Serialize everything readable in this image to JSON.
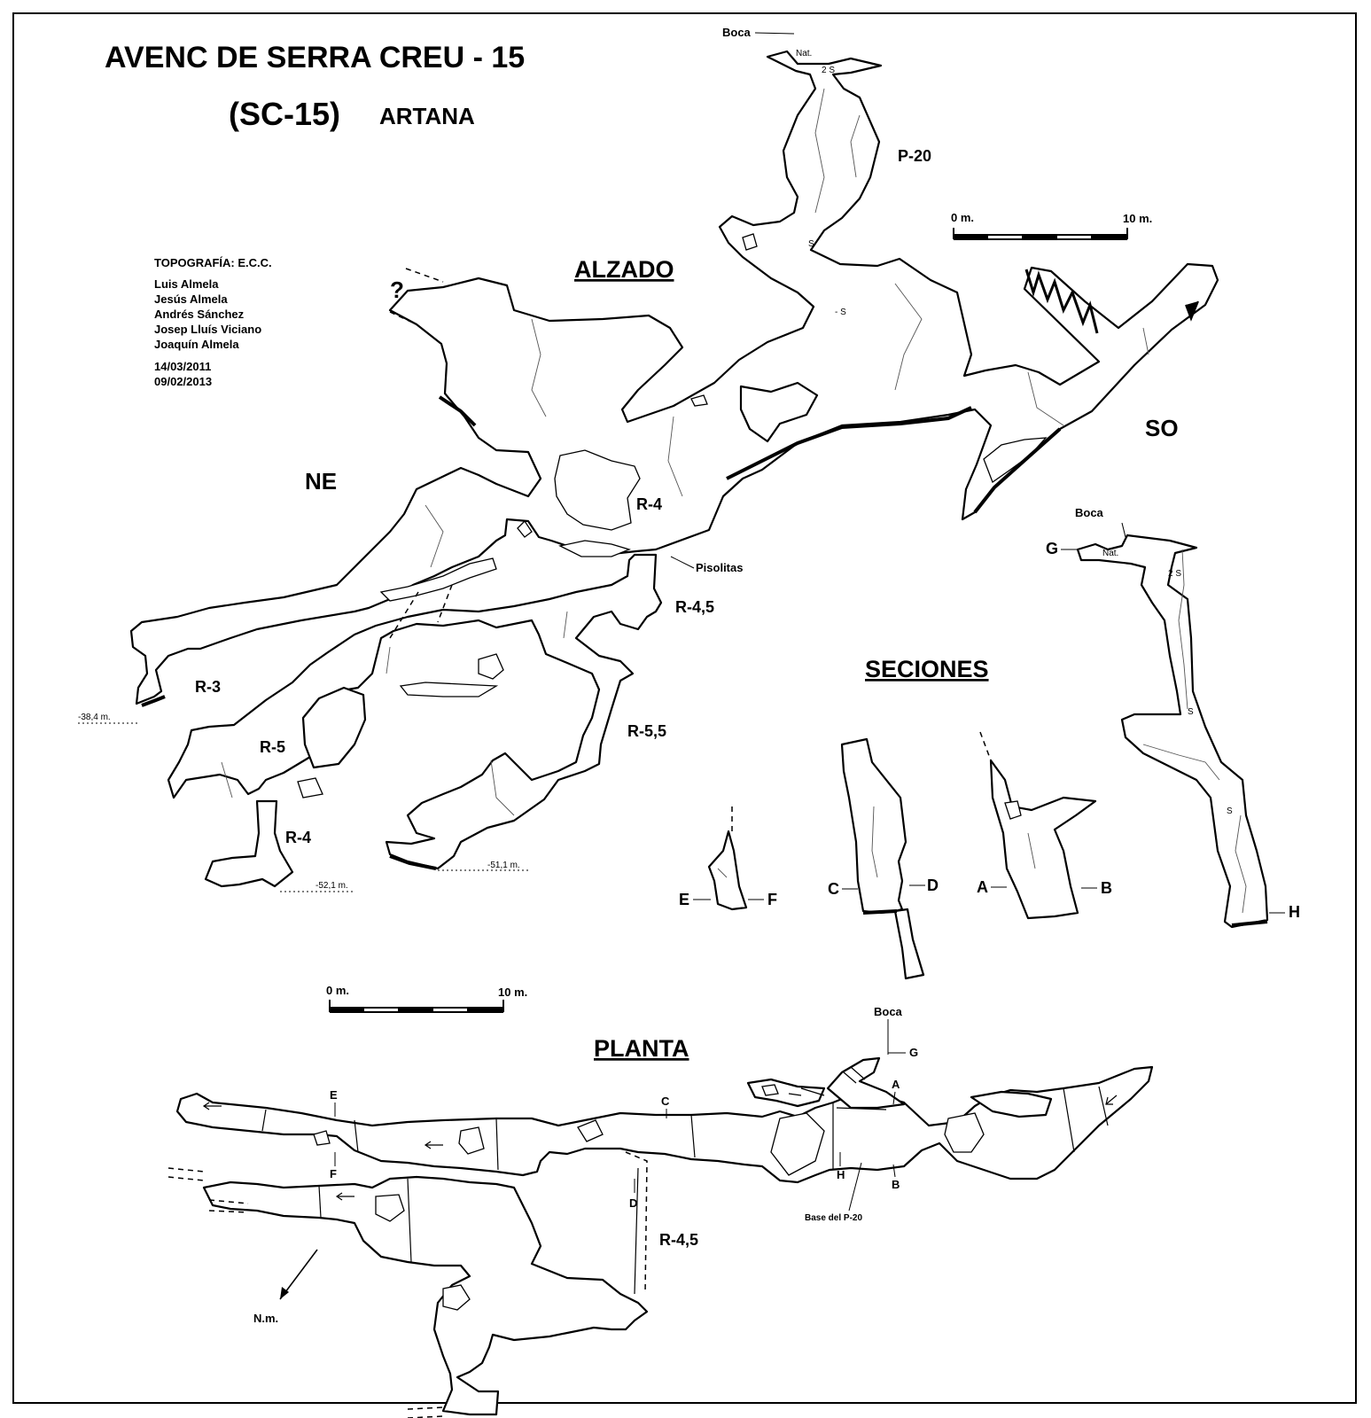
{
  "title": {
    "line1": "AVENC DE SERRA CREU - 15",
    "line2": "(SC-15)",
    "place": "ARTANA"
  },
  "credits": {
    "header": "TOPOGRAFÍA: E.C.C.",
    "names": [
      "Luis Almela",
      "Jesús Almela",
      "Andrés Sánchez",
      "Josep Lluís Viciano",
      "Joaquín Almela"
    ],
    "dates": [
      "14/03/2011",
      "09/02/2013"
    ]
  },
  "sections": {
    "alzado": "ALZADO",
    "seciones": "SECIONES",
    "planta": "PLANTA"
  },
  "directions": {
    "ne": "NE",
    "so": "SO"
  },
  "question_mark": "?",
  "scale_bars": {
    "upper": {
      "start": "0 m.",
      "end": "10 m."
    },
    "lower": {
      "start": "0 m.",
      "end": "10 m."
    }
  },
  "alzado_labels": {
    "boca": "Boca",
    "nat": "Nat.",
    "two_s": "2 S",
    "p20": "P-20",
    "s1": "S",
    "s2": "- S",
    "r4_top": "R-4",
    "pisolitas": "Pisolitas",
    "r45": "R-4,5",
    "r3": "R-3",
    "depth_r3": "-38,4 m.",
    "r5": "R-5",
    "r4_bottom": "R-4",
    "depth_r4": "-52,1 m.",
    "r55": "R-5,5",
    "depth_r55": "-51,1 m."
  },
  "sections_labels": {
    "boca": "Boca",
    "g": "G",
    "nat": "Nat.",
    "two_s": "2 S",
    "s1": "S",
    "s2": "S",
    "h": "H",
    "e": "E",
    "f": "F",
    "c": "C",
    "d": "D",
    "a": "A",
    "b": "B"
  },
  "planta_labels": {
    "boca": "Boca",
    "g": "G",
    "a": "A",
    "b": "B",
    "c": "C",
    "d": "D",
    "e": "E",
    "f": "F",
    "h": "H",
    "base_p20": "Base del P-20",
    "r45": "R-4,5",
    "north": "N.m."
  }
}
